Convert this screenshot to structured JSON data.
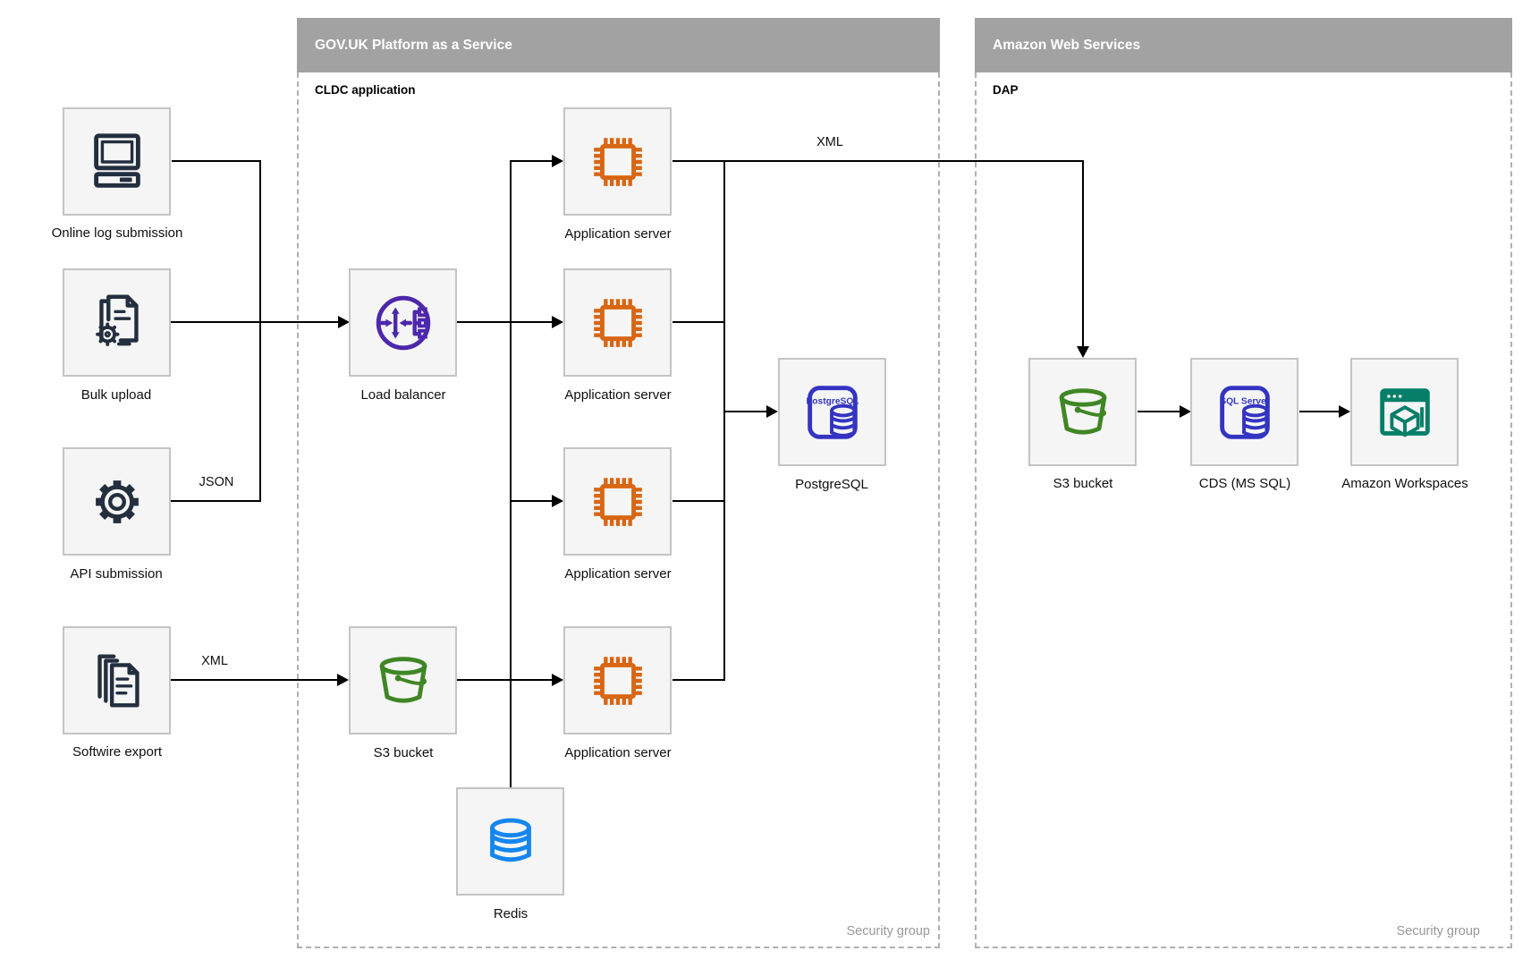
{
  "containers": {
    "paas": {
      "title": "GOV.UK Platform as a Service",
      "sublabel": "CLDC application",
      "footer": "Security group"
    },
    "aws": {
      "title": "Amazon Web Services",
      "sublabel": "DAP",
      "footer": "Security group"
    }
  },
  "nodes": {
    "online_log": {
      "label": "Online log submission"
    },
    "bulk_upload": {
      "label": "Bulk upload"
    },
    "api_submission": {
      "label": "API submission"
    },
    "softwire_export": {
      "label": "Softwire export"
    },
    "load_balancer": {
      "label": "Load balancer"
    },
    "s3_paas": {
      "label": "S3 bucket"
    },
    "redis": {
      "label": "Redis"
    },
    "app_server_1": {
      "label": "Application server"
    },
    "app_server_2": {
      "label": "Application server"
    },
    "app_server_3": {
      "label": "Application server"
    },
    "app_server_4": {
      "label": "Application server"
    },
    "postgresql": {
      "label": "PostgreSQL"
    },
    "s3_aws": {
      "label": "S3 bucket"
    },
    "cds": {
      "label": "CDS (MS SQL)"
    },
    "workspaces": {
      "label": "Amazon Workspaces"
    }
  },
  "edge_labels": {
    "json": "JSON",
    "xml_softwire": "XML",
    "xml_app": "XML"
  },
  "icons": {
    "postgresql_text": "PostgreSQL",
    "sql_server_text": "SQL Server"
  },
  "colors": {
    "navy": "#232f3e",
    "orange": "#d86613",
    "purple": "#4d27ac",
    "green": "#3f8624",
    "indigo": "#3434c2",
    "blue": "#1486f0",
    "teal": "#067f68",
    "header_gray": "#a2a2a2",
    "border_gray": "#c4c4c4",
    "box_bg": "#f5f5f5",
    "dashed_gray": "#b0b0b0",
    "muted": "#999999",
    "line": "#000000"
  }
}
